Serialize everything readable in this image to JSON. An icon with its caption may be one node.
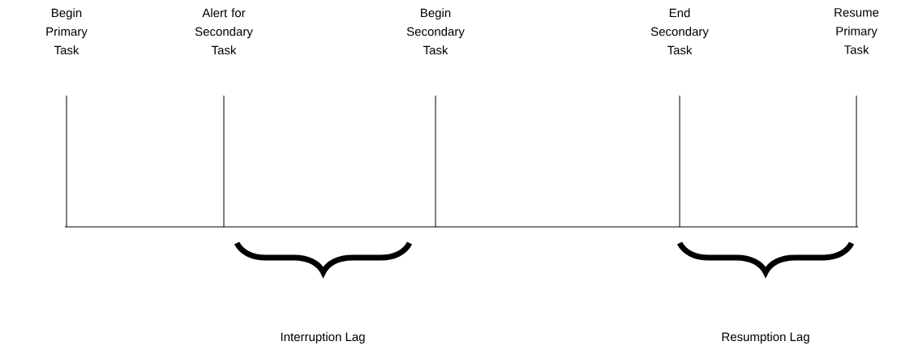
{
  "diagram": {
    "labels": [
      "Begin Primary Task",
      "Alert for Secondary Task",
      "Begin Secondary Task",
      "End Secondary Task",
      "Resume Primary Task",
      "Interruption Lag",
      "Resumption Lag"
    ]
  }
}
